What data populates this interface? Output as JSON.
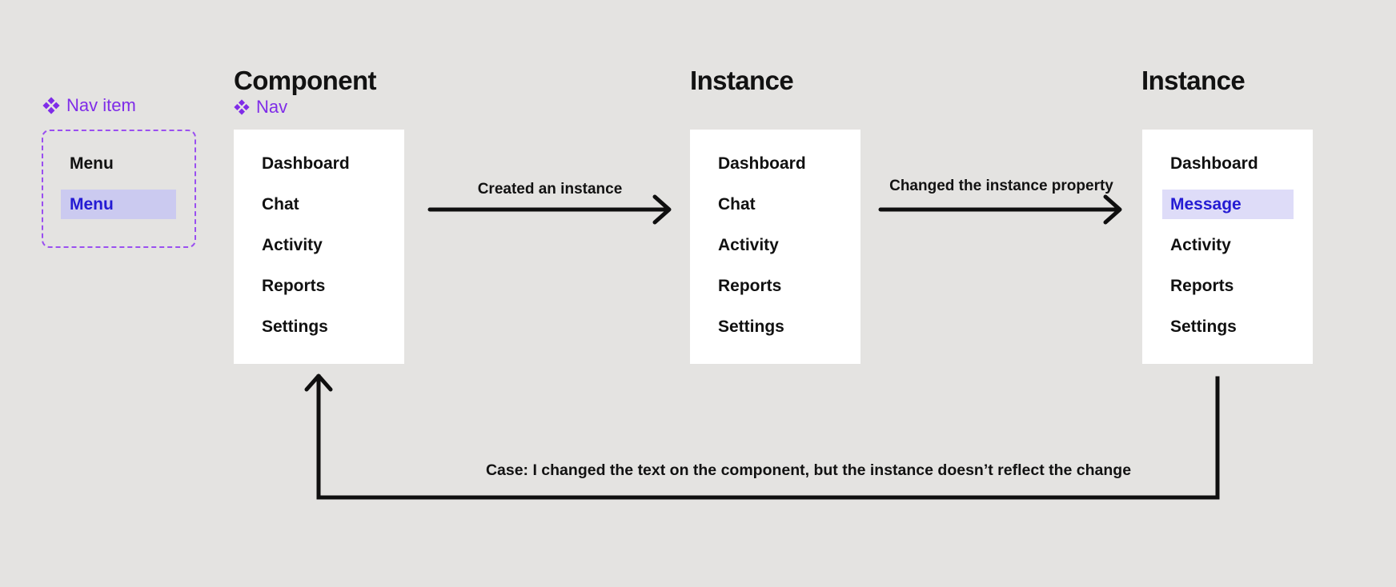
{
  "colors": {
    "background": "#e4e3e1",
    "panel": "#ffffff",
    "accent_purple": "#7f2ce8",
    "dashed_border_purple": "#9a4ff0",
    "master_highlight_bg": "#cbcaf0",
    "instance_highlight_bg": "#dedcf8",
    "highlight_text_blue": "#241bd3",
    "arrow_black": "#0f0f0f"
  },
  "nav_item_tag": {
    "label": "Nav item"
  },
  "master": {
    "items": [
      "Menu",
      "Menu"
    ]
  },
  "component": {
    "title": "Component",
    "tag": "Nav",
    "items": [
      "Dashboard",
      "Chat",
      "Activity",
      "Reports",
      "Settings"
    ]
  },
  "instance1": {
    "title": "Instance",
    "items": [
      "Dashboard",
      "Chat",
      "Activity",
      "Reports",
      "Settings"
    ]
  },
  "instance2": {
    "title": "Instance",
    "items": [
      "Dashboard",
      "Message",
      "Activity",
      "Reports",
      "Settings"
    ]
  },
  "arrow_labels": {
    "created": "Created an instance",
    "changed": "Changed the instance property"
  },
  "caption": "Case: I changed the text on the component, but the instance doesn’t reflect the change"
}
